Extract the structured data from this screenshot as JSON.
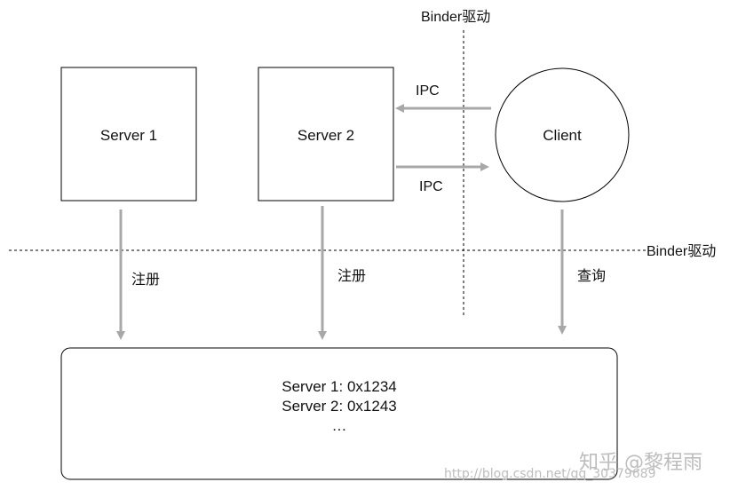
{
  "diagram": {
    "binder_driver_top": "Binder驱动",
    "binder_driver_right": "Binder驱动",
    "nodes": {
      "server1": "Server 1",
      "server2": "Server 2",
      "client": "Client"
    },
    "edges": {
      "ipc_request": "IPC",
      "ipc_response": "IPC",
      "register_server1": "注册",
      "register_server2": "注册",
      "query": "查询"
    },
    "service_manager": {
      "entries": [
        "Server 1: 0x1234",
        "Server 2: 0x1243",
        "…"
      ]
    },
    "colors": {
      "stroke": "#000000",
      "arrow": "#a8a8a8",
      "text": "#111111",
      "watermark": "#bdbdbd"
    }
  },
  "watermark": {
    "url": "http://blog.csdn.net/qq_30379689",
    "brand": "知乎 @黎程雨"
  }
}
